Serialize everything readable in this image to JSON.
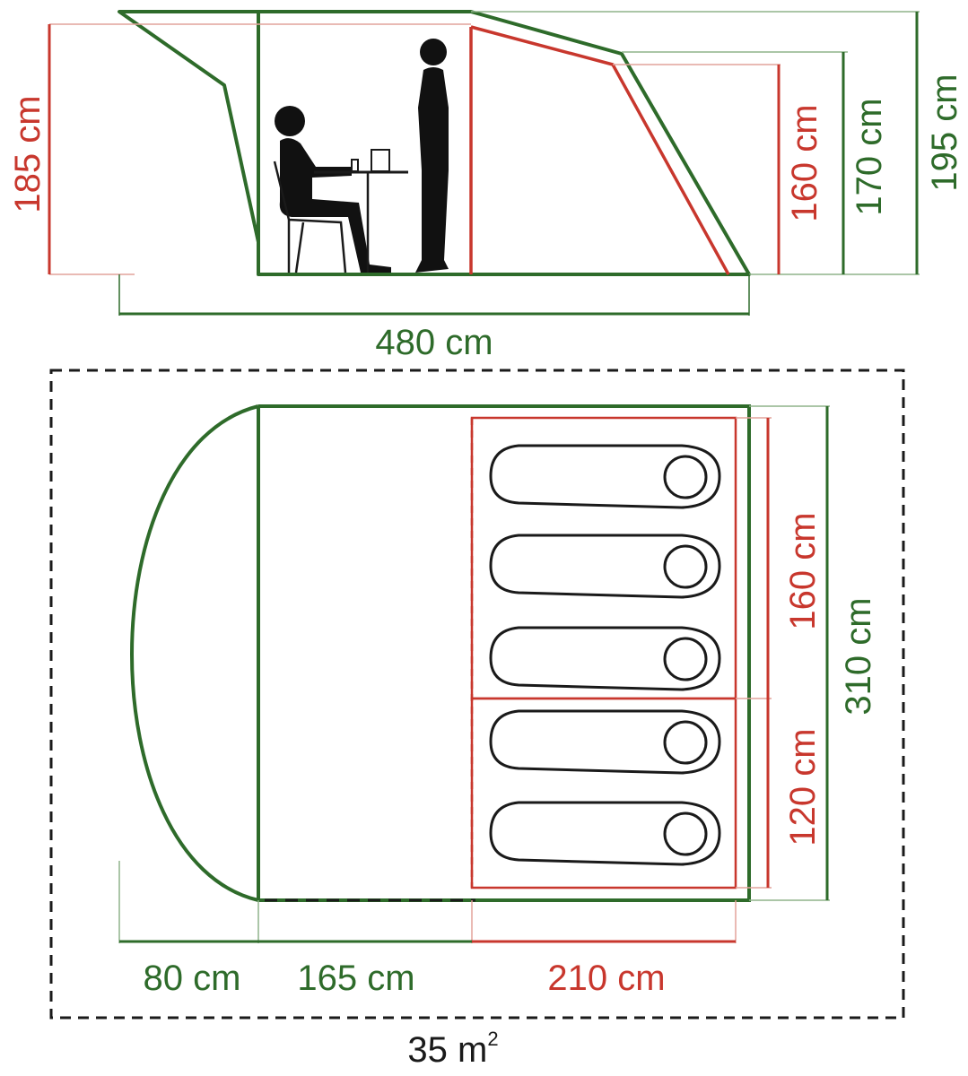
{
  "colors": {
    "green": "#2e6b2a",
    "red": "#c8372d",
    "silhouette": "#111111",
    "outline": "#1a1a1a"
  },
  "side_view": {
    "heights": {
      "porch_height": "185 cm",
      "bedroom_low_height": "160 cm",
      "bedroom_high_height": "170 cm",
      "total_height": "195 cm"
    },
    "total_length": "480 cm"
  },
  "floor_plan": {
    "porch_depth": "80 cm",
    "living_depth": "165 cm",
    "bedroom_depth": "210 cm",
    "bedroom_a_width": "160 cm",
    "bedroom_b_width": "120 cm",
    "total_width": "310 cm",
    "area": "35 m",
    "area_unit_sup": "2",
    "sleeping_bag_count": 5
  }
}
